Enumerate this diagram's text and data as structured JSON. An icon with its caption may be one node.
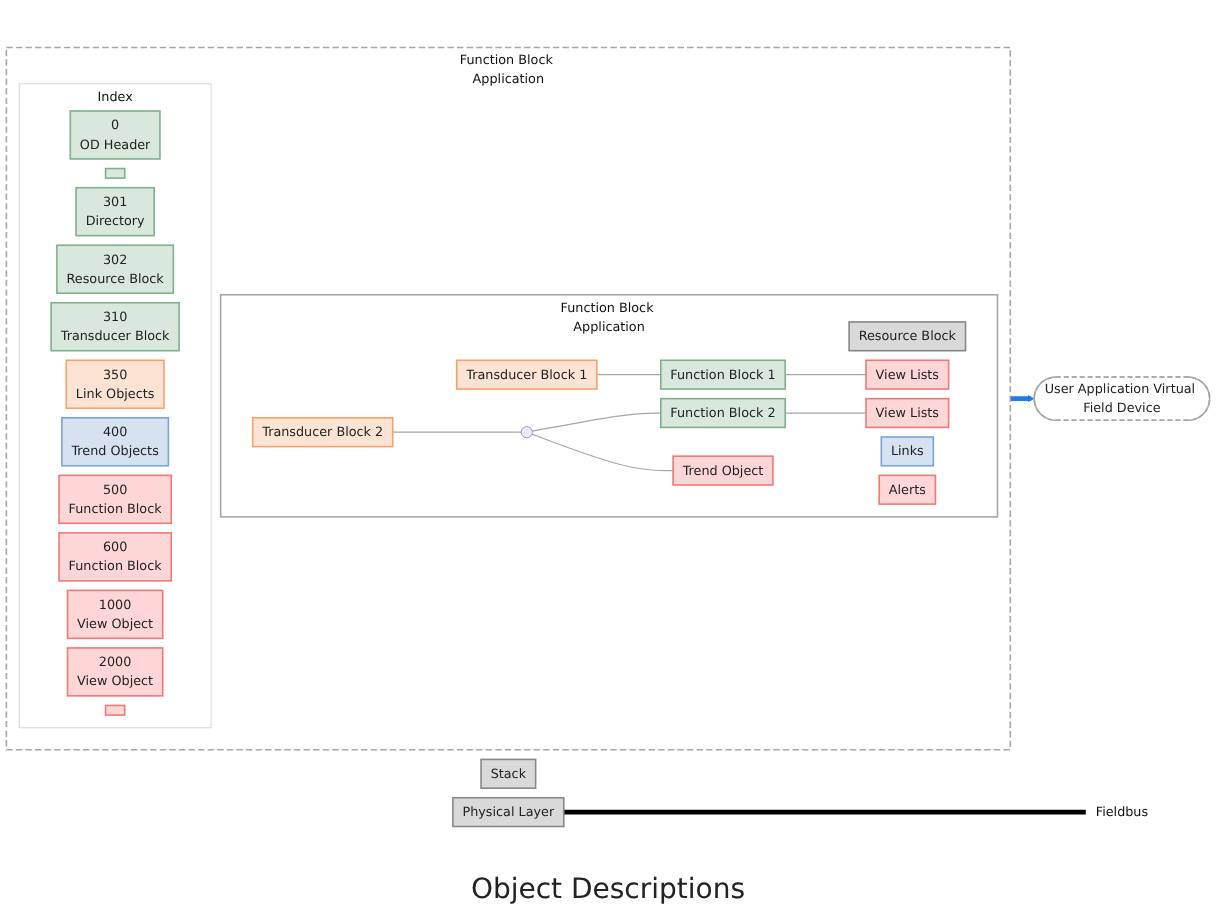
{
  "diagram": {
    "nodes": [
      {
        "text": [
          "Function Block Application"
        ]
      },
      {
        "text": [
          "Function Block Application"
        ],
        "in": 0
      },
      {
        "text": [
          "Resource Block"
        ],
        "in": 1
      },
      {
        "text": [
          "Transducer Block 1"
        ],
        "in": 1
      },
      {
        "text": [
          "Function Block 1"
        ],
        "in": 1
      },
      {
        "text": [
          "Links"
        ],
        "in": 1
      },
      {
        "text": [
          "Alerts"
        ],
        "in": 1
      },
      {
        "text": [
          "View Lists"
        ],
        "in": 1
      },
      {
        "text": [
          "Transducer Block 2"
        ],
        "in": 1
      },
      {
        "text": [],
        "shape": "circle",
        "in": 1
      },
      {
        "text": [
          "Function Block 2"
        ],
        "in": 1
      },
      {
        "text": [
          "Trend Object"
        ],
        "in": 1
      },
      {
        "text": [
          "View Lists"
        ],
        "in": 1
      },
      {
        "text": [
          "Index"
        ],
        "in": 0
      },
      {
        "text": [
          "0",
          "OD Header"
        ],
        "in": 13
      },
      {
        "text": [],
        "shape": "box",
        "in": 13
      },
      {
        "text": [
          "301",
          "Directory"
        ],
        "in": 13
      },
      {
        "text": [
          "302",
          "Resource Block"
        ],
        "in": 13
      },
      {
        "text": [
          "310",
          "Transducer Block"
        ],
        "in": 13
      },
      {
        "text": [
          "350",
          "Link Objects"
        ],
        "in": 13
      },
      {
        "text": [
          "400",
          "Trend Objects"
        ],
        "in": 13
      },
      {
        "text": [
          "500",
          "Function Block"
        ],
        "in": 13
      },
      {
        "text": [
          "600",
          "Function Block"
        ],
        "in": 13
      },
      {
        "text": [
          "1000",
          "View Object"
        ],
        "in": 13
      },
      {
        "text": [
          "2000",
          "View Object"
        ],
        "in": 13
      },
      {
        "text": [],
        "shape": "box",
        "in": 13
      },
      {
        "text": [
          "User Application Virtual Field Device"
        ]
      },
      {
        "text": [
          "Stack"
        ]
      },
      {
        "text": [
          "Physical Layer"
        ]
      },
      {
        "text": [
          "Fieldbus"
        ]
      }
    ],
    "edges": [
      {
        "from": 0,
        "to": 26,
        "arrow": "to",
        "style": "thick",
        "color": "#1e7be8"
      },
      {
        "from": 3,
        "to": 4,
        "arrow": "none"
      },
      {
        "from": 4,
        "to": 7,
        "arrow": "none"
      },
      {
        "from": 8,
        "to": 9,
        "arrow": "none"
      },
      {
        "from": 9,
        "to": 10,
        "arrow": "none"
      },
      {
        "from": 9,
        "to": 11,
        "arrow": "none"
      },
      {
        "from": 10,
        "to": 12,
        "arrow": "none"
      },
      {
        "from": 28,
        "to": 29,
        "arrow": "none",
        "style": "thick",
        "color": "#000000"
      }
    ],
    "labels": [
      "Object Descriptions"
    ]
  }
}
